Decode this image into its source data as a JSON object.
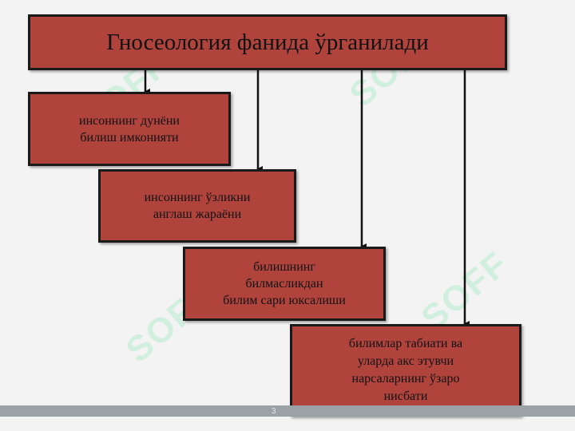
{
  "title": "Гносеология фанида ўрганилади",
  "boxes": [
    "инсоннинг дунёни\nбилиш имконияти",
    "инсоннинг ўзликни\nанглаш жараёни",
    "билишнинг\nбилмасликдан\nбилим сари юксалиши",
    "билимлар табиати ва\nуларда акс этувчи\nнарсаларнинг ўзаро\nнисбати"
  ],
  "slide_number": "3",
  "watermark": "SOFF",
  "colors": {
    "box_fill": "#b0443d",
    "border": "#1a1a1a",
    "background": "#f3f3f3"
  }
}
